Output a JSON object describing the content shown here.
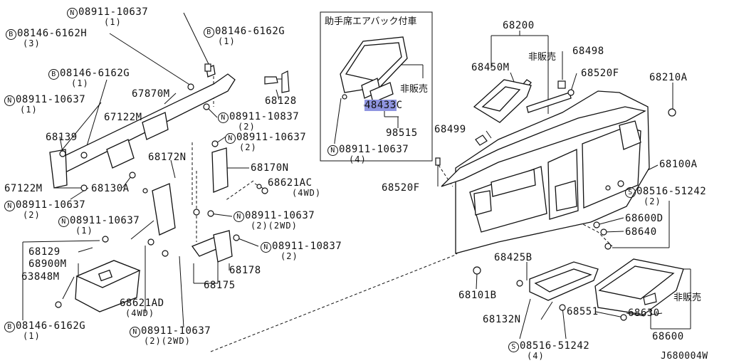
{
  "inset": {
    "title": "助手席エアバック付車",
    "non_sale": "非販売"
  },
  "right_top_non_sale": "非販売",
  "right_bottom_non_sale": "非販売",
  "diagram_id": "J680004W",
  "highlight_part": {
    "number": "48433",
    "suffix": "C"
  },
  "parts": {
    "p1": {
      "prefix": "N",
      "number": "08911-10637",
      "qty": "(1)"
    },
    "p2": {
      "prefix": "B",
      "number": "08146-6162H",
      "qty": "(3)"
    },
    "p3": {
      "prefix": "B",
      "number": "08146-6162G",
      "qty": "(1)"
    },
    "p4": {
      "prefix": "N",
      "number": "08911-10637",
      "qty": "(1)"
    },
    "p5": {
      "number": "67870M"
    },
    "p6": {
      "number": "67122M"
    },
    "p7": {
      "number": "68139"
    },
    "p8": {
      "number": "67122M"
    },
    "p9": {
      "number": "68130A"
    },
    "p10": {
      "prefix": "N",
      "number": "08911-10637",
      "qty": "(2)"
    },
    "p11": {
      "prefix": "B",
      "number": "08146-6162G",
      "qty": "(1)"
    },
    "p12": {
      "number": "68128"
    },
    "p13": {
      "prefix": "N",
      "number": "08911-10837",
      "qty": "(2)"
    },
    "p14": {
      "prefix": "N",
      "number": "08911-10637",
      "qty": "(2)"
    },
    "p15": {
      "number": "68172N"
    },
    "p16": {
      "number": "68170N"
    },
    "p17": {
      "number": "68621AC",
      "qty": "(4WD)"
    },
    "p18": {
      "prefix": "N",
      "number": "08911-10637",
      "qty": "(1)"
    },
    "p19": {
      "prefix": "N",
      "number": "08911-10637",
      "qty": "(2)(2WD)"
    },
    "p20": {
      "prefix": "N",
      "number": "08911-10837",
      "qty": "(2)"
    },
    "p21": {
      "number": "68129"
    },
    "p22": {
      "number": "68900M"
    },
    "p23": {
      "number": "63848M"
    },
    "p24": {
      "number": "68178"
    },
    "p25": {
      "number": "68175"
    },
    "p26": {
      "number": "68621AD",
      "qty": "(4WD)"
    },
    "p27": {
      "prefix": "B",
      "number": "08146-6162G",
      "qty": "(1)"
    },
    "p28": {
      "prefix": "N",
      "number": "08911-10637",
      "qty": "(2)(2WD)"
    },
    "p29": {
      "prefix": "N",
      "number": "08911-10637",
      "qty": "(4)"
    },
    "p30": {
      "number": "98515"
    },
    "p31": {
      "number": "68200"
    },
    "p32": {
      "number": "68450M"
    },
    "p33": {
      "number": "68498"
    },
    "p34": {
      "number": "68520F"
    },
    "p35": {
      "number": "68210A"
    },
    "p36": {
      "number": "68499"
    },
    "p37": {
      "number": "68520F"
    },
    "p38": {
      "number": "68100A"
    },
    "p39": {
      "prefix": "S",
      "number": "08516-51242",
      "qty": "(2)"
    },
    "p40": {
      "number": "68600D"
    },
    "p41": {
      "number": "68640"
    },
    "p42": {
      "number": "68425B"
    },
    "p43": {
      "number": "68101B"
    },
    "p44": {
      "number": "68132N"
    },
    "p45": {
      "number": "68551"
    },
    "p46": {
      "number": "68630"
    },
    "p47": {
      "number": "68600"
    },
    "p48": {
      "prefix": "S",
      "number": "08516-51242",
      "qty": "(4)"
    }
  }
}
